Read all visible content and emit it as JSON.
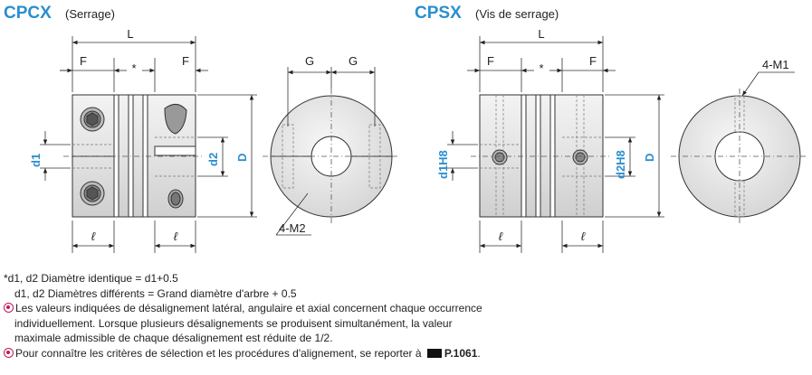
{
  "cpcx": {
    "code": "CPCX",
    "type": "(Serrage)",
    "dim_L": "L",
    "dim_F_left": "F",
    "dim_F_right": "F",
    "dim_star": "*",
    "dim_d1": "d1",
    "dim_d2": "d2",
    "dim_D": "D",
    "dim_l_left": "ℓ",
    "dim_l_right": "ℓ",
    "dim_G_left": "G",
    "dim_G_right": "G",
    "screw_label": "4-M2"
  },
  "cpsx": {
    "code": "CPSX",
    "type": "(Vis de serrage)",
    "dim_L": "L",
    "dim_F_left": "F",
    "dim_F_right": "F",
    "dim_star": "*",
    "dim_d1": "d1H8",
    "dim_d2": "d2H8",
    "dim_D": "D",
    "dim_l_left": "ℓ",
    "dim_l_right": "ℓ",
    "screw_label": "4-M1"
  },
  "notes": {
    "line1": "*d1, d2 Diamètre identique = d1+0.5",
    "line2": "d1, d2 Diamètres différents = Grand diamètre d'arbre + 0.5",
    "line3": "Les valeurs indiquées de désalignement latéral, angulaire et axial concernent chaque occurrence",
    "line4": "individuellement. Lorsque plusieurs désalignements se produisent simultanément, la valeur",
    "line5": "maximale admissible de chaque désalignement est réduite de 1/2.",
    "line6_text": "Pour connaître les critères de sélection et les procédures d'alignement, se reporter à",
    "line6_ref": "P.1061",
    "line6_end": "."
  },
  "colors": {
    "accent": "#2a8fd0",
    "bullet": "#c2185b"
  }
}
